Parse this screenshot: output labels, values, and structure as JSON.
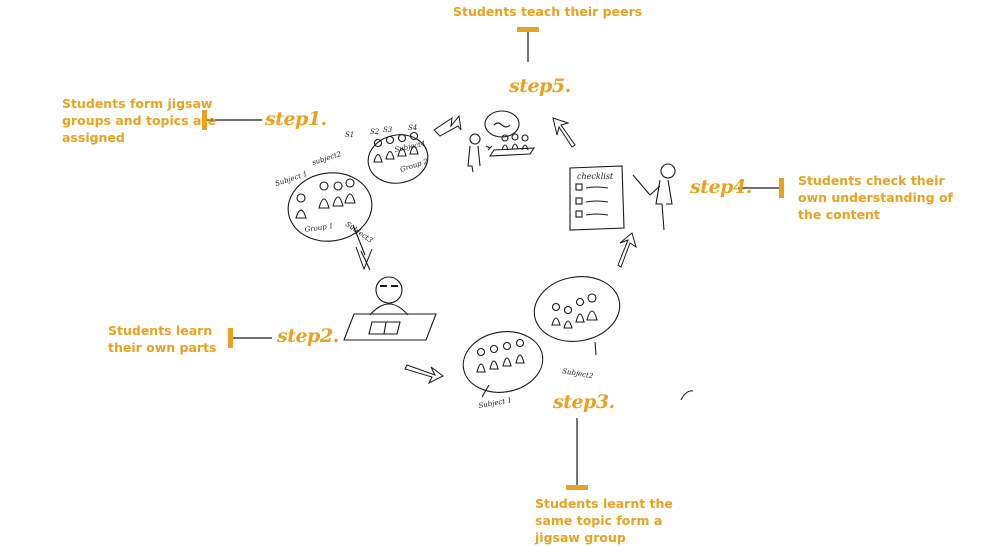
{
  "colors": {
    "accent": "#E9A21F",
    "ink": "#1a1a1a"
  },
  "labels": {
    "top": "Students teach their peers",
    "step1": "Students form jigsaw\ngroups and topics are\nassigned",
    "step2": "Students learn\ntheir own parts",
    "step3": "Students learnt the\nsame topic form a\njigsaw group",
    "step4": "Students check their\nown understanding of\nthe content"
  },
  "steps": {
    "s1": "step1.",
    "s2": "step2.",
    "s3": "step3.",
    "s4": "step4.",
    "s5": "step5."
  },
  "sketch": {
    "group1": "Group 1",
    "group2": "Group 2",
    "subject1": "Subject 1",
    "subject2": "subject2",
    "subject3": "Subject3",
    "subject4": "Subject4",
    "s1": "S1",
    "s2": "S2",
    "s3": "S3",
    "s4": "S4",
    "checklist": "checklist",
    "g3_subject1": "Subject 1",
    "g3_subject2": "Subject2"
  }
}
